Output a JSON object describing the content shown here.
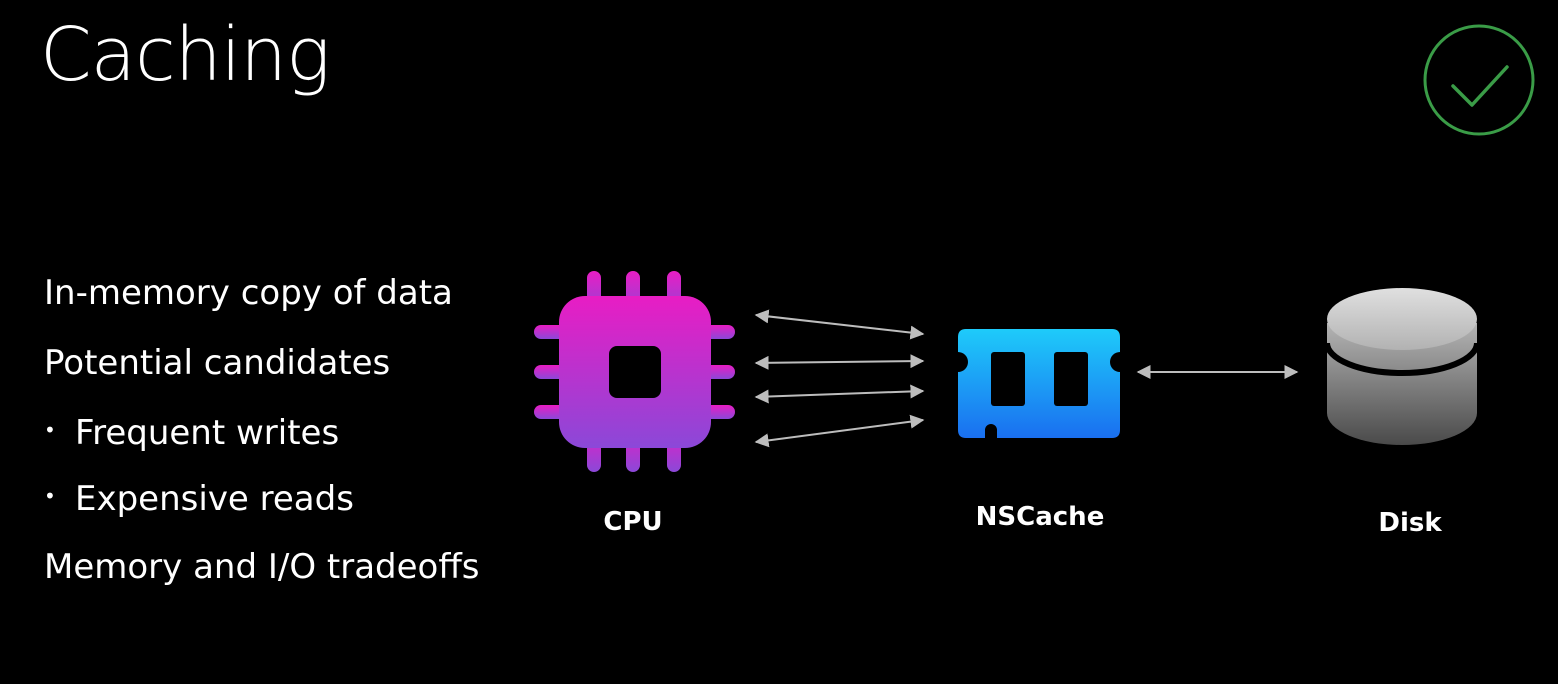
{
  "slide": {
    "title": "Caching",
    "status_icon": "checkmark-circle-icon",
    "status_color": "#3a9c47"
  },
  "bullets": [
    {
      "text": "In-memory copy of data",
      "level": 0
    },
    {
      "text": "Potential candidates",
      "level": 0
    },
    {
      "text": "Frequent writes",
      "level": 1
    },
    {
      "text": "Expensive reads",
      "level": 1
    },
    {
      "text": "Memory and I/O tradeoffs",
      "level": 0
    }
  ],
  "diagram": {
    "nodes": [
      {
        "id": "cpu",
        "label": "CPU",
        "icon": "cpu-chip-icon",
        "color_top": "#e81dc4",
        "color_bottom": "#8b48d8"
      },
      {
        "id": "nscache",
        "label": "NSCache",
        "icon": "memory-module-icon",
        "color_top": "#1ecbfa",
        "color_bottom": "#1a6ff0"
      },
      {
        "id": "disk",
        "label": "Disk",
        "icon": "disk-icon",
        "color_top": "#c9c9c9",
        "color_bottom": "#5c5c5c"
      }
    ],
    "edges": [
      {
        "from": "cpu",
        "to": "nscache",
        "bidirectional": true
      },
      {
        "from": "cpu",
        "to": "nscache",
        "bidirectional": true
      },
      {
        "from": "cpu",
        "to": "nscache",
        "bidirectional": true
      },
      {
        "from": "cpu",
        "to": "nscache",
        "bidirectional": true
      },
      {
        "from": "nscache",
        "to": "disk",
        "bidirectional": true
      }
    ],
    "arrow_color": "#bdbdbd"
  }
}
